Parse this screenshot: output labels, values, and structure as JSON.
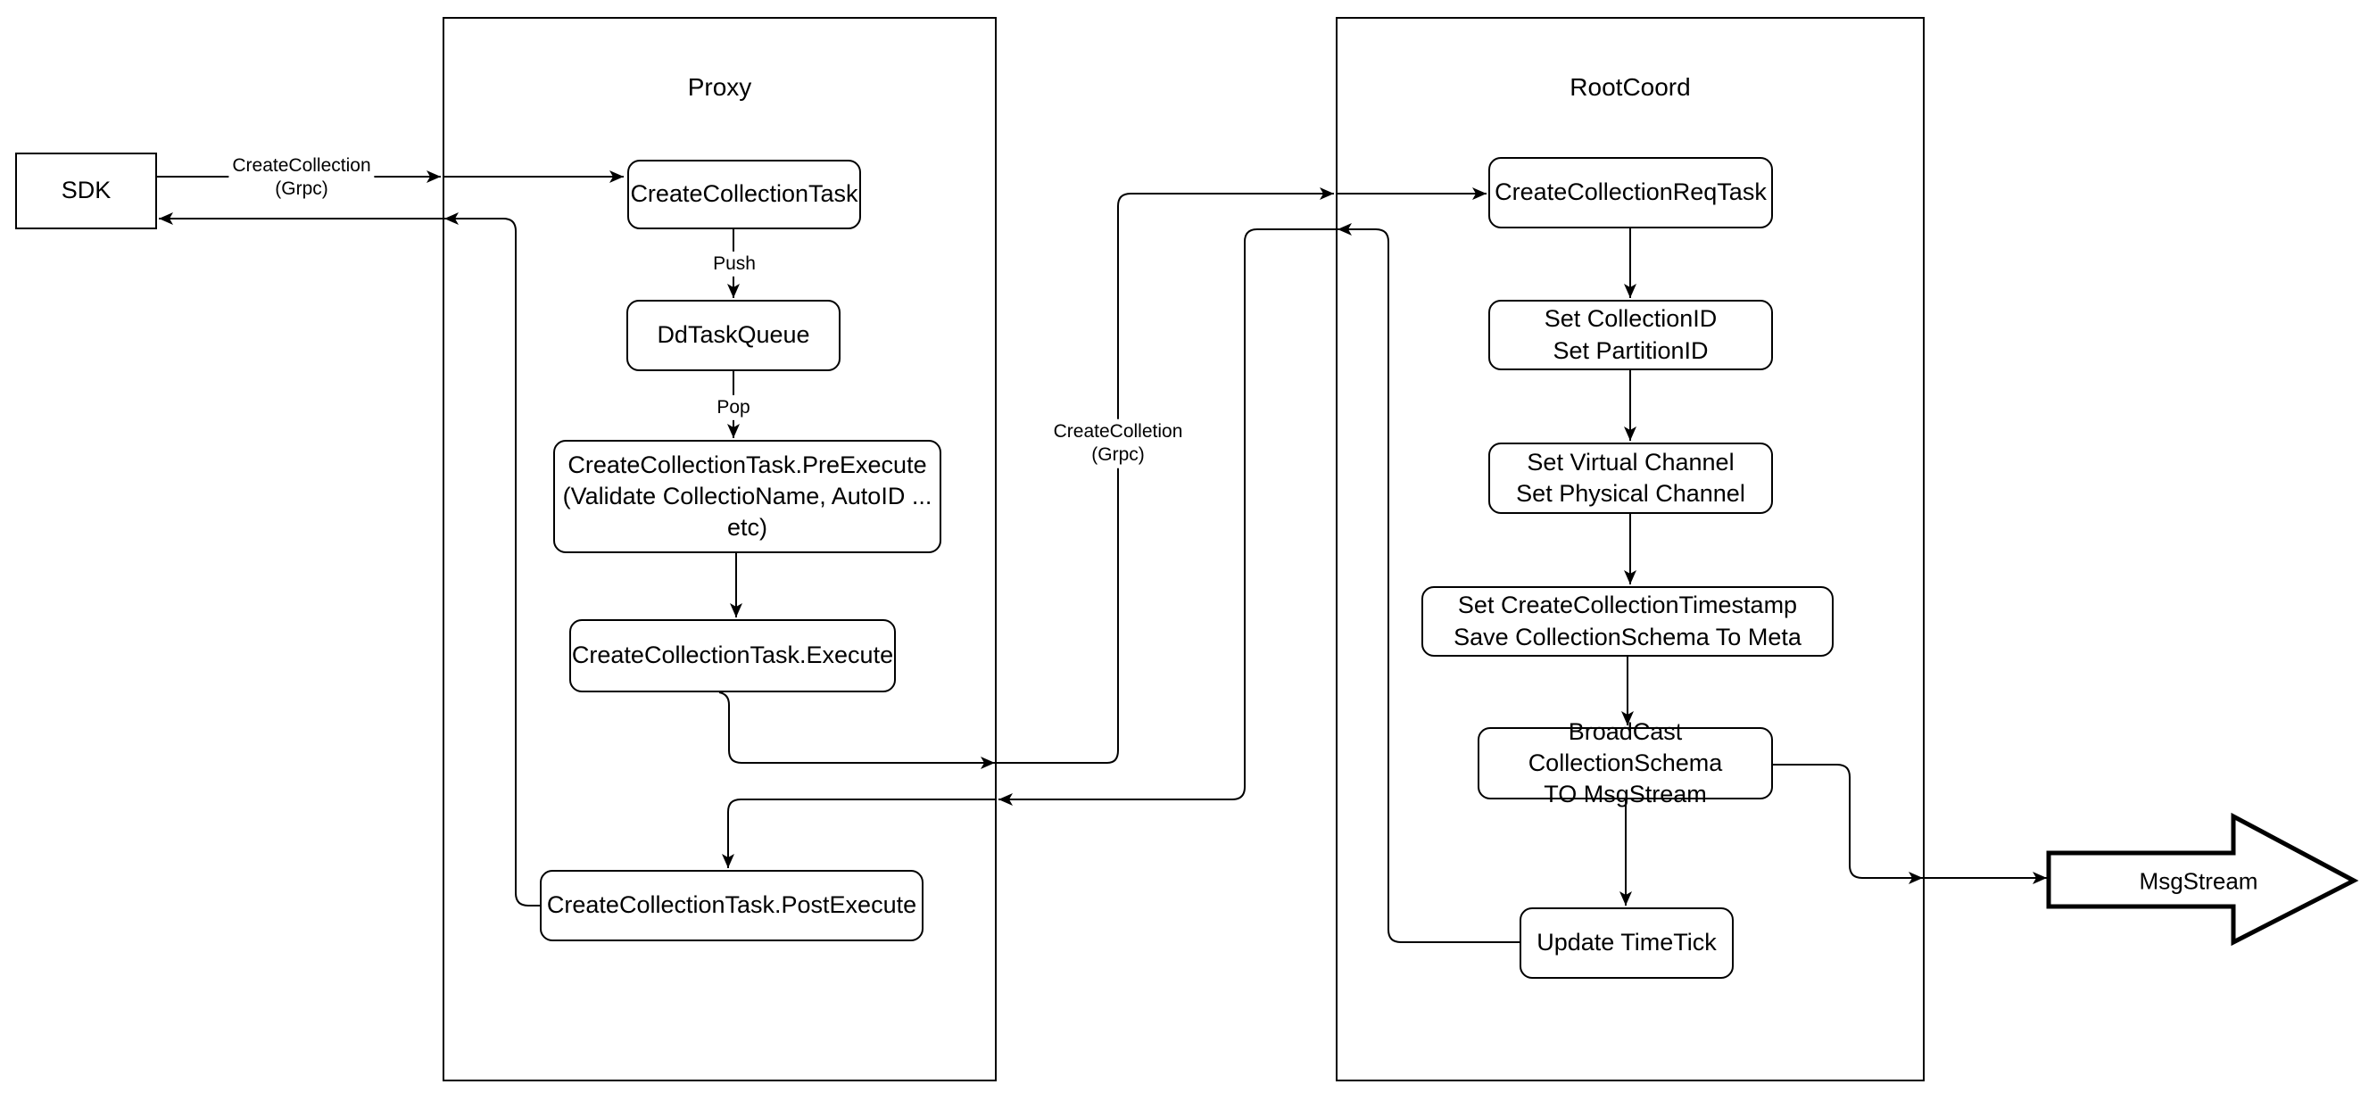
{
  "sdk": {
    "label": "SDK"
  },
  "proxy": {
    "title": "Proxy",
    "nodes": {
      "create_collection_task": {
        "label": "CreateCollectionTask"
      },
      "dd_task_queue": {
        "label": "DdTaskQueue"
      },
      "pre_execute": {
        "line1": "CreateCollectionTask.PreExecute",
        "line2": "(Validate CollectioName, AutoID ... etc)"
      },
      "execute": {
        "label": "CreateCollectionTask.Execute"
      },
      "post_execute": {
        "label": "CreateCollectionTask.PostExecute"
      }
    }
  },
  "rootcoord": {
    "title": "RootCoord",
    "nodes": {
      "req_task": {
        "label": "CreateCollectionReqTask"
      },
      "set_ids": {
        "line1": "Set CollectionID",
        "line2": "Set PartitionID"
      },
      "set_channels": {
        "line1": "Set Virtual Channel",
        "line2": "Set Physical Channel"
      },
      "set_timestamp": {
        "line1": "Set CreateCollectionTimestamp",
        "line2": "Save CollectionSchema To Meta"
      },
      "broadcast": {
        "line1": "BroadCast CollectionSchema",
        "line2": "TO MsgStream"
      },
      "update_timetick": {
        "label": "Update TimeTick"
      }
    }
  },
  "msgstream": {
    "label": "MsgStream"
  },
  "edge_labels": {
    "grpc_out": {
      "line1": "CreateCollection",
      "line2": "(Grpc)"
    },
    "grpc_mid": {
      "line1": "CreateColletion",
      "line2": "(Grpc)"
    },
    "push": {
      "label": "Push"
    },
    "pop": {
      "label": "Pop"
    }
  },
  "colors": {
    "stroke": "#000000",
    "background": "#ffffff"
  }
}
